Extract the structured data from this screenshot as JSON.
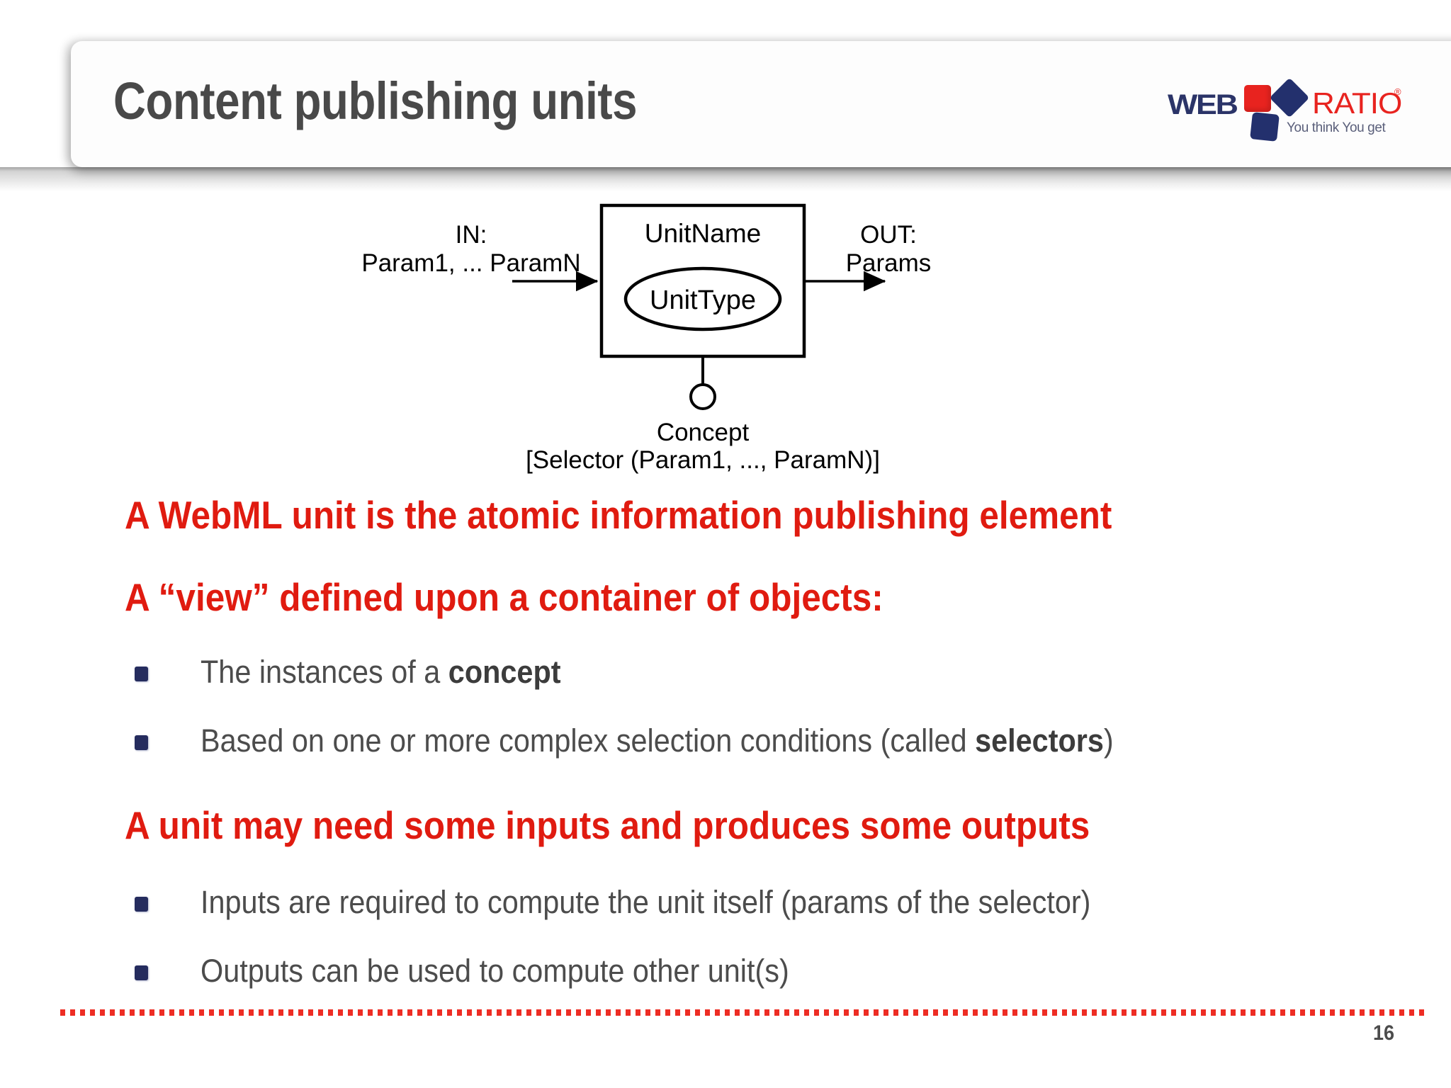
{
  "slide": {
    "title": "Content publishing units",
    "page_number": "16",
    "accent_red": "#e01b10",
    "title_color": "#494949",
    "bullet_navy": "#252c5e",
    "footer_red": "#ee2d24"
  },
  "logo": {
    "word_web": "WEB",
    "word_ratio": "RATIO",
    "registered": "®",
    "tagline": "You think You get",
    "navy": "#23306d",
    "red": "#e8231f"
  },
  "diagram": {
    "in_label_line1": "IN:",
    "in_label_line2": "Param1, ... ParamN",
    "unit_name": "UnitName",
    "unit_type": "UnitType",
    "out_label_line1": "OUT:",
    "out_label_line2": "Params",
    "concept_label": "Concept",
    "selector_label": "[Selector (Param1, ..., ParamN)]"
  },
  "body": {
    "heading1": "A WebML unit is the atomic information publishing element",
    "heading2": "A “view” defined upon a container of objects:",
    "heading3": "A unit may need some inputs and produces some outputs",
    "bullets": [
      {
        "pre": "The instances of a ",
        "bold": "concept",
        "post": ""
      },
      {
        "pre": "Based on one or more complex selection conditions (called ",
        "bold": "selectors",
        "post": ")"
      },
      {
        "pre": "Inputs are required to compute the unit itself (params of the selector)",
        "bold": "",
        "post": ""
      },
      {
        "pre": "Outputs can be used to compute other unit(s)",
        "bold": "",
        "post": ""
      }
    ]
  }
}
